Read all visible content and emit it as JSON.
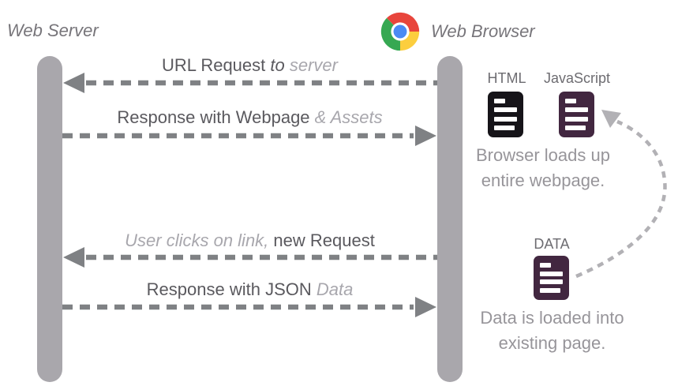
{
  "diagram": {
    "title_left": "Web Server",
    "title_right": "Web Browser",
    "messages": [
      {
        "id": "url-request",
        "direction": "left",
        "segments": [
          {
            "text": "URL Request ",
            "emphasis": "normal-dark"
          },
          {
            "text": "to ",
            "emphasis": "italic-dark"
          },
          {
            "text": "server",
            "emphasis": "italic-light"
          }
        ]
      },
      {
        "id": "response-webpage",
        "direction": "right",
        "segments": [
          {
            "text": "Response with Webpage ",
            "emphasis": "normal-dark"
          },
          {
            "text": "& Assets",
            "emphasis": "italic-light"
          }
        ]
      },
      {
        "id": "new-request",
        "direction": "left",
        "segments": [
          {
            "text": "User clicks on link, ",
            "emphasis": "italic-light"
          },
          {
            "text": "new Request",
            "emphasis": "normal-dark"
          }
        ]
      },
      {
        "id": "response-json",
        "direction": "right",
        "segments": [
          {
            "text": "Response with JSON ",
            "emphasis": "normal-dark"
          },
          {
            "text": "Data",
            "emphasis": "italic-light"
          }
        ]
      }
    ],
    "artifacts": {
      "html_label": "HTML",
      "javascript_label": "JavaScript",
      "data_label": "DATA",
      "browser_note": {
        "line1": "Browser loads up",
        "line2": "entire webpage."
      },
      "data_note": {
        "line1": "Data is loaded into",
        "line2": "existing page."
      }
    },
    "icons": {
      "browser_logo": "chrome-logo",
      "document_style": "document-with-text-lines",
      "flow_arrow": "dashed-arrow"
    },
    "colors": {
      "background": "#ffffff",
      "lifeline": "#a9a7ac",
      "arrow": "#7f8184",
      "curve_arrow": "#b2b1b5",
      "text_dark": "#5a595e",
      "text_light": "#a8a7ad",
      "title_text": "#77757a",
      "note_text": "#97959a",
      "label_small": "#6d6c71",
      "doc_black": "#161419",
      "doc_purple": "#422740",
      "chrome_red": "#e8453c",
      "chrome_green": "#36a852",
      "chrome_yellow": "#fcce3e",
      "chrome_blue": "#4a8af4"
    }
  }
}
